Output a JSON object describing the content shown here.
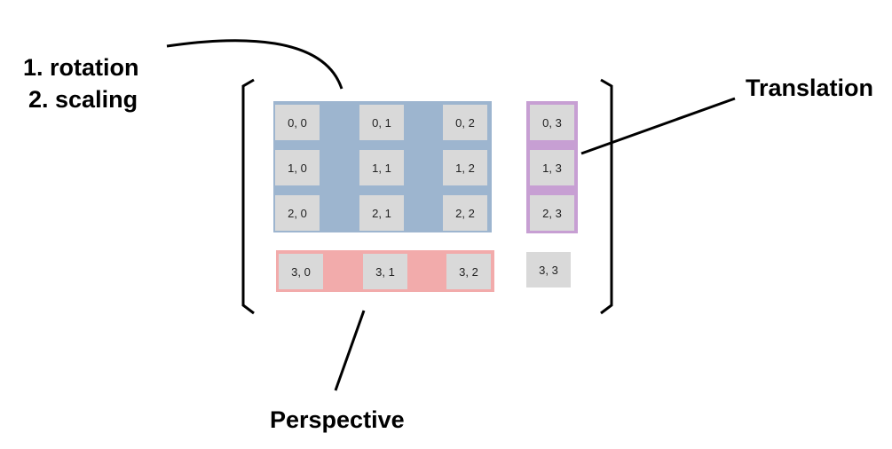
{
  "labels": {
    "rotation": "1. rotation",
    "scaling": "2. scaling",
    "translation": "Translation",
    "perspective": "Perspective"
  },
  "cells": {
    "c00": "0, 0",
    "c01": "0, 1",
    "c02": "0, 2",
    "c03": "0, 3",
    "c10": "1, 0",
    "c11": "1,  1",
    "c12": "1, 2",
    "c13": "1, 3",
    "c20": "2, 0",
    "c21": "2, 1",
    "c22": "2, 2",
    "c23": "2, 3",
    "c30": "3, 0",
    "c31": "3, 1",
    "c32": "3, 2",
    "c33": "3, 3"
  },
  "colors": {
    "rotation_scaling_region": "#9db5cf",
    "translation_region": "#c79fd3",
    "perspective_region": "#f2abab",
    "cell": "#d9d9d9"
  }
}
